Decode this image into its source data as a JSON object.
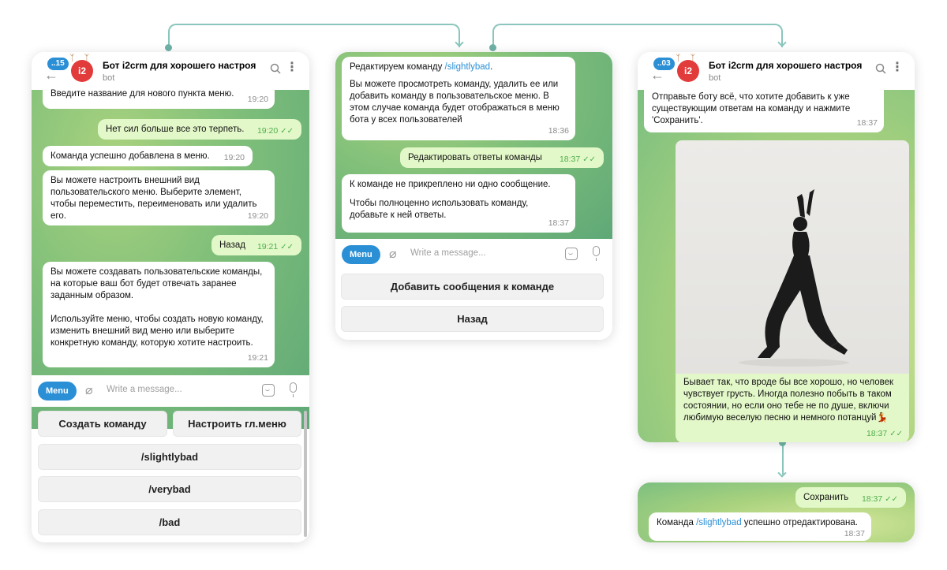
{
  "colors": {
    "accent": "#2b8fd6",
    "out_bubble": "#e3f8c9",
    "time_out": "#4fae4e",
    "connector": "#8ac6bc"
  },
  "panel1": {
    "badge": "..15",
    "title": "Бот i2crm для хорошего настроя",
    "subtitle": "bot",
    "avatar_text": "i2",
    "messages": [
      {
        "text": "Введите название для нового пункта меню.",
        "time": "19:20"
      },
      {
        "text": "Нет сил больше все это терпеть.",
        "time": "19:20"
      },
      {
        "text": "Команда успешно добавлена в меню.",
        "time": "19:20"
      },
      {
        "text": "Вы можете настроить внешний вид пользовательского меню. Выберите элемент, чтобы переместить, переименовать или удалить его.",
        "time": "19:20"
      },
      {
        "text": "Назад",
        "time": "19:21"
      },
      {
        "text": "Вы можете создавать пользовательские команды, на которые ваш бот будет отвечать заранее заданным образом.",
        "text2": "Используйте меню, чтобы создать новую команду, изменить внешний вид меню или выберите конкретную команду, которую хотите настроить.",
        "time": "19:21"
      }
    ],
    "menu_label": "Menu",
    "placeholder": "Write a message...",
    "buttons": [
      "Создать команду",
      "Настроить гл.меню",
      "/slightlybad",
      "/verybad",
      "/bad"
    ]
  },
  "panel2": {
    "messages": [
      {
        "prefix": "Редактируем команду ",
        "link": "/slightlybad",
        "suffix": ".",
        "text2": "Вы можете просмотреть команду, удалить ее или добавить команду в пользовательское меню. В этом случае команда будет отображаться в меню бота у всех пользователей",
        "time": "18:36"
      },
      {
        "text": "Редактировать ответы команды",
        "time": "18:37"
      },
      {
        "text": "К команде не прикреплено ни одно сообщение.",
        "text2": "Чтобы полноценно использовать команду, добавьте к ней ответы.",
        "time": "18:37"
      }
    ],
    "menu_label": "Menu",
    "placeholder": "Write a message...",
    "buttons": [
      "Добавить сообщения к команде",
      "Назад"
    ]
  },
  "panel3": {
    "badge": "..03",
    "title": "Бот i2crm для хорошего настроя",
    "subtitle": "bot",
    "avatar_text": "i2",
    "messages": [
      {
        "text": "Отправьте боту всё, что хотите добавить к уже существующим ответам на команду и нажмите 'Сохранить'.",
        "time": "18:37"
      },
      {
        "text": "Бывает так, что вроде бы все хорошо, но человек чувствует грусть. Иногда полезно побыть в таком состоянии, но если оно тебе не по душе, включи любимую веселую песню и немного потанцуй",
        "emoji": "💃",
        "time": "18:37"
      }
    ]
  },
  "panel4": {
    "messages": [
      {
        "text": "Сохранить",
        "time": "18:37"
      },
      {
        "prefix": "Команда ",
        "link": "/slightlybad",
        "suffix": " успешно отредактирована.",
        "time": "18:37"
      }
    ]
  },
  "icons": [
    "back-arrow-icon",
    "search-icon",
    "more-vertical-icon",
    "paperclip-icon",
    "sticker-icon",
    "microphone-icon",
    "double-check-icon"
  ]
}
